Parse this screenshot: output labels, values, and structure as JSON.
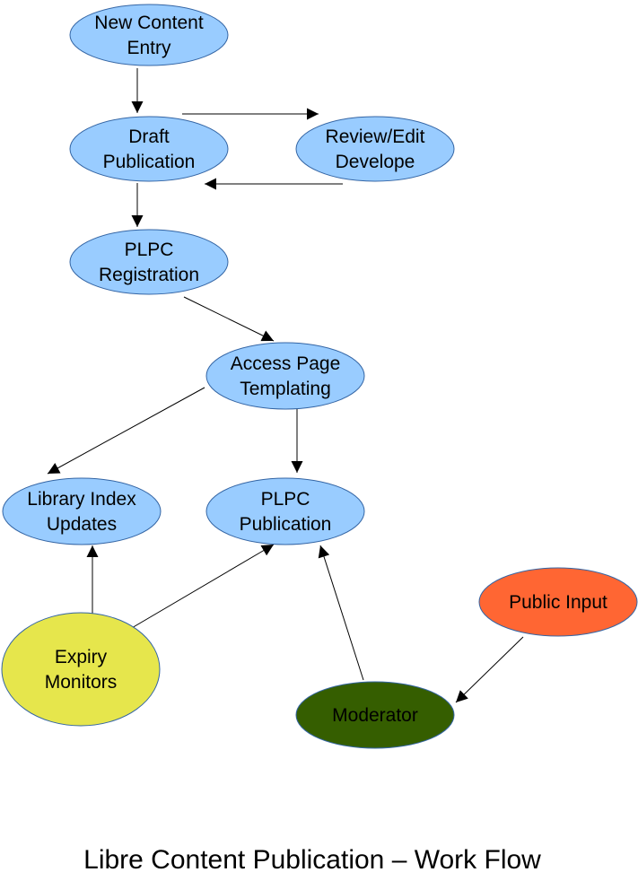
{
  "title": "Libre Content Publication – Work Flow",
  "colors": {
    "process_node": "#99ccff",
    "expiry_node": "#e6e64c",
    "moderator_node": "#355e00",
    "public_node": "#ff6633",
    "edge": "#000000"
  },
  "nodes": [
    {
      "id": "new-content-entry",
      "lines": [
        "New Content",
        "Entry"
      ],
      "color": "process_node"
    },
    {
      "id": "draft-publication",
      "lines": [
        "Draft",
        "Publication"
      ],
      "color": "process_node"
    },
    {
      "id": "review-edit-develope",
      "lines": [
        "Review/Edit",
        "Develope"
      ],
      "color": "process_node"
    },
    {
      "id": "plpc-registration",
      "lines": [
        "PLPC",
        "Registration"
      ],
      "color": "process_node"
    },
    {
      "id": "access-page-templating",
      "lines": [
        "Access Page",
        "Templating"
      ],
      "color": "process_node"
    },
    {
      "id": "library-index-updates",
      "lines": [
        "Library Index",
        "Updates"
      ],
      "color": "process_node"
    },
    {
      "id": "plpc-publication",
      "lines": [
        "PLPC",
        "Publication"
      ],
      "color": "process_node"
    },
    {
      "id": "expiry-monitors",
      "lines": [
        "Expiry",
        "Monitors"
      ],
      "color": "expiry_node"
    },
    {
      "id": "public-input",
      "lines": [
        "Public Input"
      ],
      "color": "public_node"
    },
    {
      "id": "moderator",
      "lines": [
        "Moderator"
      ],
      "color": "moderator_node"
    }
  ],
  "edges": [
    {
      "from": "new-content-entry",
      "to": "draft-publication"
    },
    {
      "from": "draft-publication",
      "to": "review-edit-develope"
    },
    {
      "from": "review-edit-develope",
      "to": "draft-publication"
    },
    {
      "from": "draft-publication",
      "to": "plpc-registration"
    },
    {
      "from": "plpc-registration",
      "to": "access-page-templating"
    },
    {
      "from": "access-page-templating",
      "to": "library-index-updates"
    },
    {
      "from": "access-page-templating",
      "to": "plpc-publication"
    },
    {
      "from": "expiry-monitors",
      "to": "library-index-updates"
    },
    {
      "from": "expiry-monitors",
      "to": "plpc-publication"
    },
    {
      "from": "moderator",
      "to": "plpc-publication"
    },
    {
      "from": "public-input",
      "to": "moderator"
    }
  ]
}
